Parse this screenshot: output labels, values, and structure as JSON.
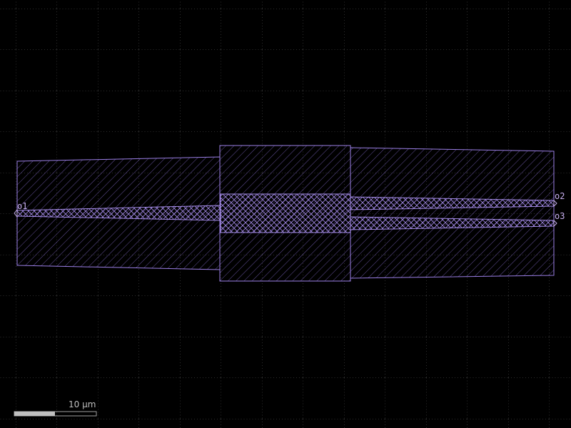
{
  "scale_bar": {
    "label": "10 µm"
  },
  "ports": [
    {
      "name": "o1"
    },
    {
      "name": "o2"
    },
    {
      "name": "o3"
    }
  ],
  "colors": {
    "background": "#000000",
    "grid_dot": "#5a5a5a",
    "outline": "#9b7fe6",
    "hatch": "#7d66c2",
    "port_label": "#c8b0f0",
    "scale_bar_fill": "#c0c0c0",
    "scale_bar_outline": "#a0a0a0"
  }
}
